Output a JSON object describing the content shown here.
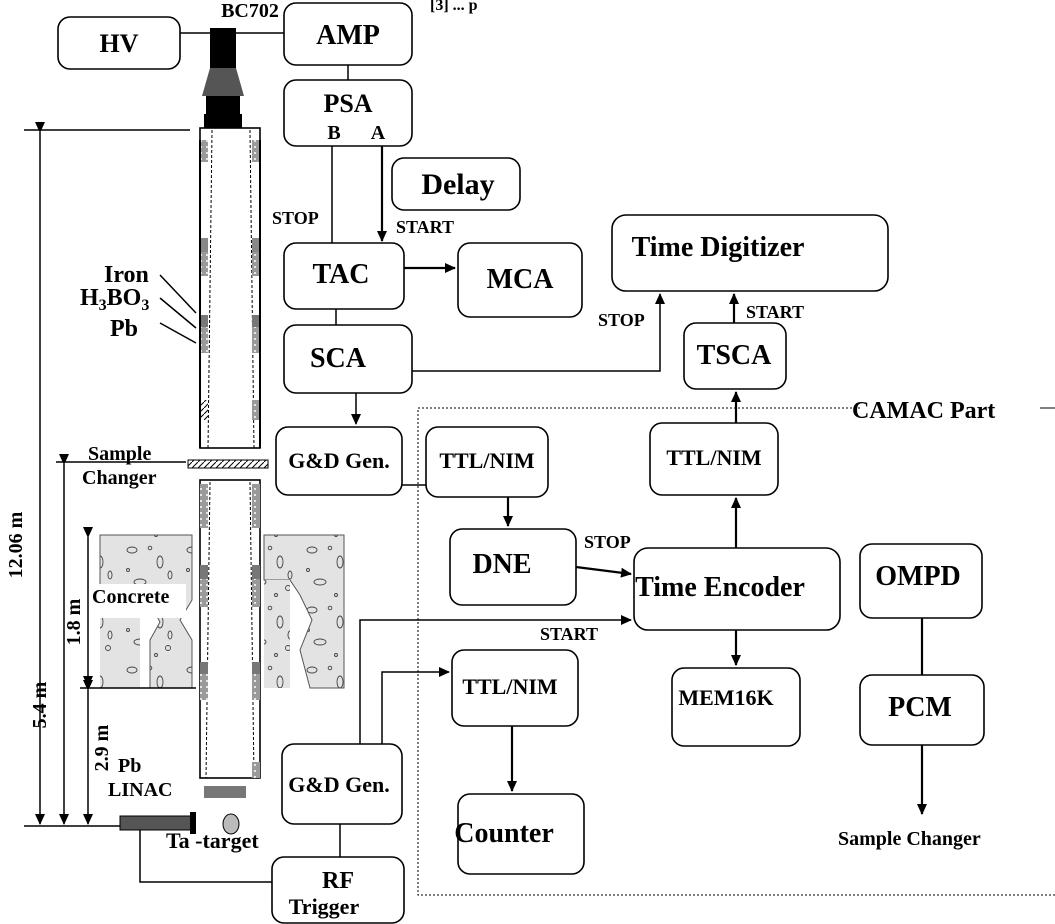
{
  "top_note": "[3] ... p",
  "blocks": {
    "hv": "HV",
    "amp": "AMP",
    "psa": "PSA",
    "psa_b": "B",
    "psa_a": "A",
    "delay": "Delay",
    "tac": "TAC",
    "mca": "MCA",
    "sca": "SCA",
    "time_digitizer": "Time Digitizer",
    "tsca": "TSCA",
    "gd_gen_1": "G&D Gen.",
    "ttl_nim_1": "TTL/NIM",
    "ttl_nim_2": "TTL/NIM",
    "dne": "DNE",
    "time_encoder": "Time Encoder",
    "ompd": "OMPD",
    "ttl_nim_3": "TTL/NIM",
    "mem16k": "MEM16K",
    "pcm": "PCM",
    "gd_gen_2": "G&D Gen.",
    "counter": "Counter",
    "rf_trigger_line1": "RF",
    "rf_trigger_line2": "Trigger"
  },
  "labels": {
    "bc702": "BC702",
    "stop_tac": "STOP",
    "start_tac": "START",
    "stop_td": "STOP",
    "start_td": "START",
    "stop_te": "STOP",
    "start_te": "START",
    "camac_part": "CAMAC Part",
    "sample_changer_out": "Sample Changer",
    "iron": "Iron",
    "h3bo3_main": "H",
    "h3bo3_sub1": "3",
    "h3bo3_mid": "BO",
    "h3bo3_sub2": "3",
    "pb_upper": "Pb",
    "sample_changer_line1": "Sample",
    "sample_changer_line2": "Changer",
    "concrete": "Concrete",
    "pb_lower": "Pb",
    "linac": "LINAC",
    "ta_target": "Ta -target"
  },
  "dimensions": {
    "total": "12.06 m",
    "span_5_4": "5.4 m",
    "span_1_8": "1.8 m",
    "span_2_9": "2.9 m"
  }
}
